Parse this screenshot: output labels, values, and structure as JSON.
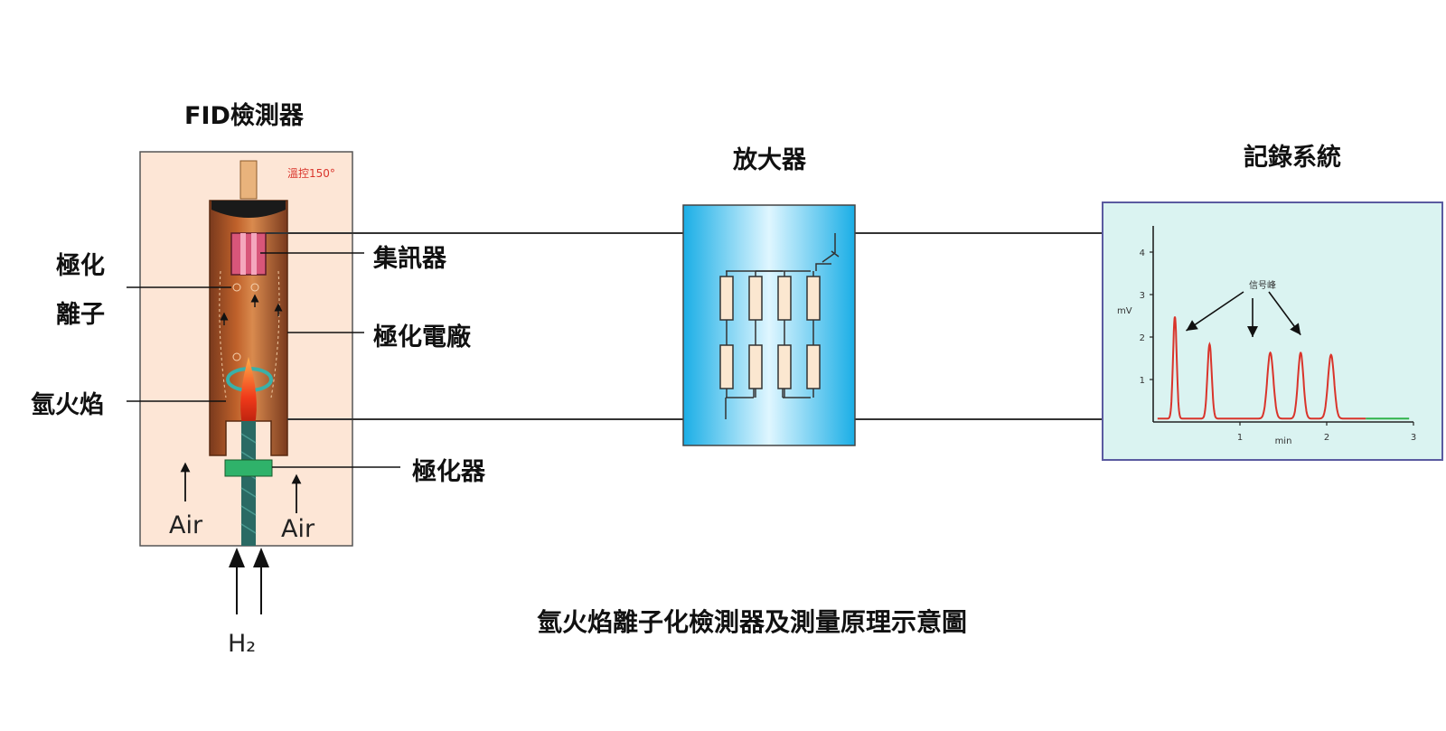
{
  "detector": {
    "title": "FID檢測器",
    "temp_label": "溫控150°",
    "labels": {
      "ionize_line1": "極化",
      "ionize_line2": "離子",
      "flame": "氫火焰",
      "collector": "集訊器",
      "electrode": "極化電廠",
      "polarizer": "極化器"
    },
    "air_left": "Air",
    "air_right": "Air",
    "h2": "H₂"
  },
  "amplifier": {
    "title": "放大器"
  },
  "recorder": {
    "title": "記錄系統",
    "peak_label": "信号峰",
    "y_unit": "mV",
    "x_unit": "min",
    "y_ticks": [
      "1",
      "2",
      "3",
      "4"
    ],
    "x_ticks": [
      "1",
      "2",
      "3"
    ],
    "peaks_min": [
      0.25,
      0.65,
      1.35,
      1.7,
      2.05
    ],
    "colors": {
      "signal": "#d9342b",
      "baseline_end": "#2fb24a",
      "axis": "#222222"
    }
  },
  "caption": "氫火焰離子化檢測器及測量原理示意圖"
}
